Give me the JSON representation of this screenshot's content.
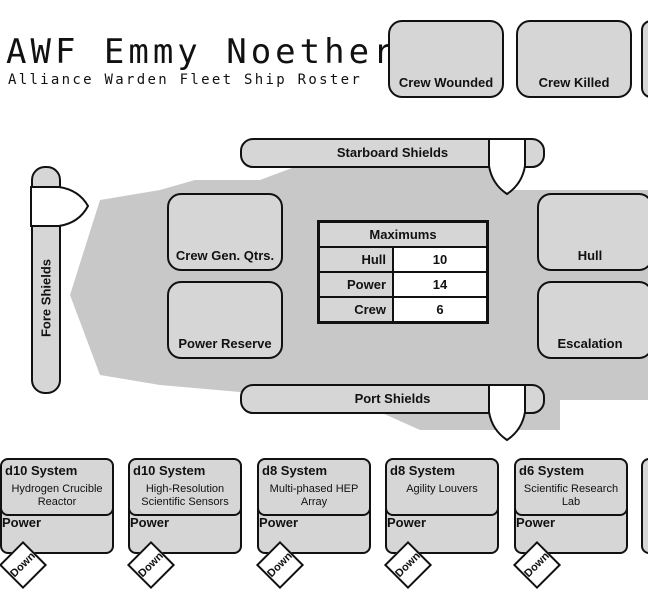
{
  "ship": {
    "name": "AWF Emmy Noether",
    "subtitle": "Alliance Warden Fleet Ship Roster"
  },
  "crew_boxes": {
    "wounded": "Crew Wounded",
    "killed": "Crew Killed"
  },
  "shields": {
    "starboard": "Starboard Shields",
    "port": "Port Shields",
    "fore": "Fore Shields"
  },
  "stats": {
    "crew_gen_qtrs": "Crew Gen. Qtrs.",
    "power_reserve": "Power Reserve",
    "hull": "Hull",
    "escalation": "Escalation"
  },
  "maximums": {
    "title": "Maximums",
    "rows": [
      {
        "label": "Hull",
        "value": "10"
      },
      {
        "label": "Power",
        "value": "14"
      },
      {
        "label": "Crew",
        "value": "6"
      }
    ]
  },
  "systems": [
    {
      "die": "d10 System",
      "name": "Hydrogen Crucible Reactor",
      "power": "Power",
      "down": "Down"
    },
    {
      "die": "d10 System",
      "name": "High-Resolution Scientific Sensors",
      "power": "Power",
      "down": "Down"
    },
    {
      "die": "d8 System",
      "name": "Multi-phased HEP Array",
      "power": "Power",
      "down": "Down"
    },
    {
      "die": "d8 System",
      "name": "Agility Louvers",
      "power": "Power",
      "down": "Down"
    },
    {
      "die": "d6 System",
      "name": "Scientific Research Lab",
      "power": "Power",
      "down": "Down"
    }
  ],
  "colors": {
    "panel": "#d6d6d6",
    "silhouette": "#c8c8c8",
    "ink": "#111111"
  }
}
